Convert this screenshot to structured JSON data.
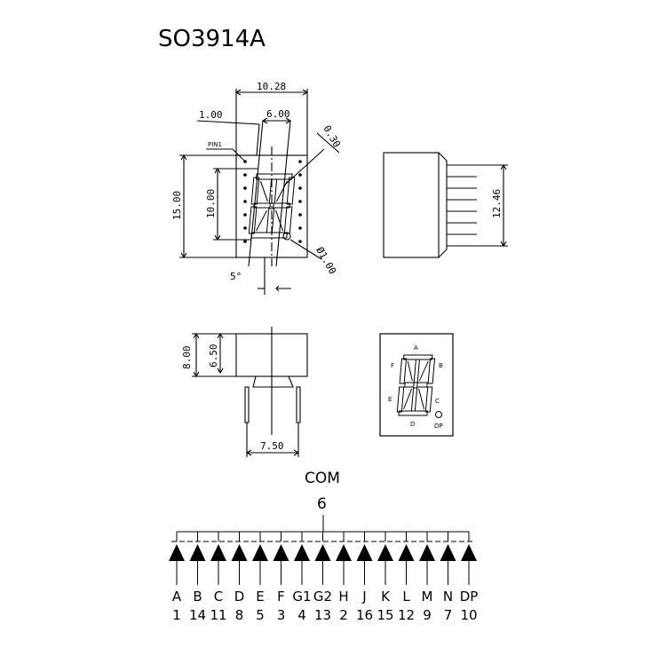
{
  "title": "SO3914A",
  "top_view": {
    "width_label": "10.28",
    "offset_label": "1.00",
    "digit_width_label": "6.00",
    "segment_width_label": "0.30",
    "pin1_label": "PIN1",
    "height_label": "15.00",
    "digit_height_label": "10.00",
    "slant_label": "5°",
    "dp_dia_label": "Ø1.00"
  },
  "side_view": {
    "pin_span_label": "12.46"
  },
  "front_view": {
    "total_height_label": "8.00",
    "body_height_label": "6.50",
    "pitch_label": "7.50"
  },
  "segment_map": {
    "labels": {
      "a": "A",
      "b": "B",
      "c": "C",
      "d": "D",
      "e": "E",
      "f": "F",
      "dp": "DP"
    }
  },
  "schematic": {
    "com_label": "COM",
    "com_pin": "6",
    "pins": [
      {
        "segment": "A",
        "pin": "1"
      },
      {
        "segment": "B",
        "pin": "14"
      },
      {
        "segment": "C",
        "pin": "11"
      },
      {
        "segment": "D",
        "pin": "8"
      },
      {
        "segment": "E",
        "pin": "5"
      },
      {
        "segment": "F",
        "pin": "3"
      },
      {
        "segment": "G1",
        "pin": "4"
      },
      {
        "segment": "G2",
        "pin": "13"
      },
      {
        "segment": "H",
        "pin": "2"
      },
      {
        "segment": "J",
        "pin": "16"
      },
      {
        "segment": "K",
        "pin": "15"
      },
      {
        "segment": "L",
        "pin": "12"
      },
      {
        "segment": "M",
        "pin": "9"
      },
      {
        "segment": "N",
        "pin": "7"
      },
      {
        "segment": "DP",
        "pin": "10"
      }
    ]
  }
}
